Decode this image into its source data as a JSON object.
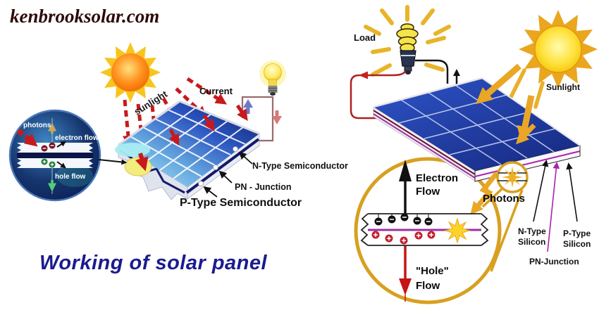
{
  "page": {
    "watermark": "kenbrooksolar.com",
    "caption": "Working of solar panel"
  },
  "colors": {
    "watermark_text": "#2d0a08",
    "caption_text": "#1b1b8f",
    "panel_blue_dark": "#15277e",
    "panel_blue_light": "#b8f0f4",
    "sun_orange": "#ff7d00",
    "sun_gold": "#f3c303",
    "arrow_red": "#c8191c",
    "arrow_gold": "#eaa625",
    "junction_magenta": "#aa22aa",
    "label_black": "#111111"
  },
  "left_diagram": {
    "sunlight": "sunlight",
    "current": "Current",
    "n_type": "N-Type Semiconductor",
    "pn_junction": "PN - Junction",
    "p_type": "P-Type Semiconductor",
    "inset": {
      "photons": "photons",
      "electron_flow": "electron flow",
      "hole_flow": "hole flow"
    }
  },
  "right_diagram": {
    "load": "Load",
    "sunlight": "Sunlight",
    "photons": "Photons",
    "electron_flow": [
      "Electron",
      "Flow"
    ],
    "hole_flow": [
      "\"Hole\"",
      "Flow"
    ],
    "n_type": [
      "N-Type",
      "Silicon"
    ],
    "p_type": [
      "P-Type",
      "Silicon"
    ],
    "pn_junction": "PN-Junction"
  }
}
